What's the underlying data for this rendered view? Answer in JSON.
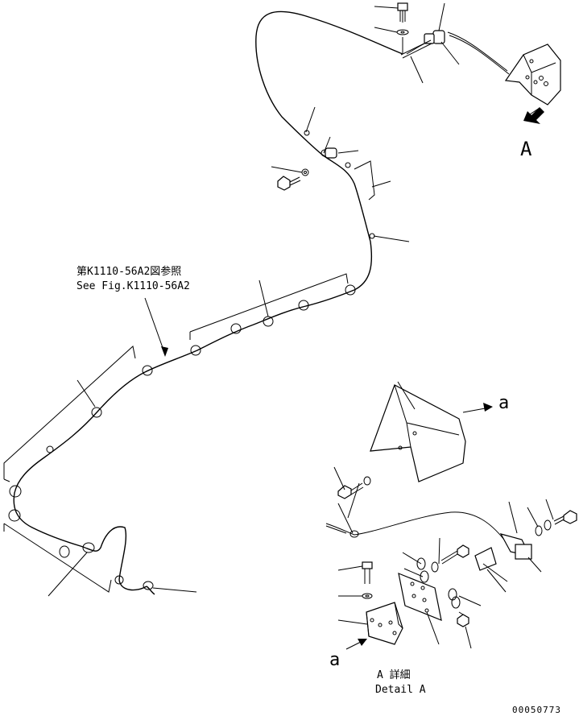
{
  "reference_jp": "第K1110-56A2図参照",
  "reference_en": "See Fig.K1110-56A2",
  "view_label": "A",
  "arrow_label_upper": "a",
  "arrow_label_lower": "a",
  "detail_title_jp": "A 詳細",
  "detail_title_en": "Detail A",
  "drawing_number": "00050773"
}
